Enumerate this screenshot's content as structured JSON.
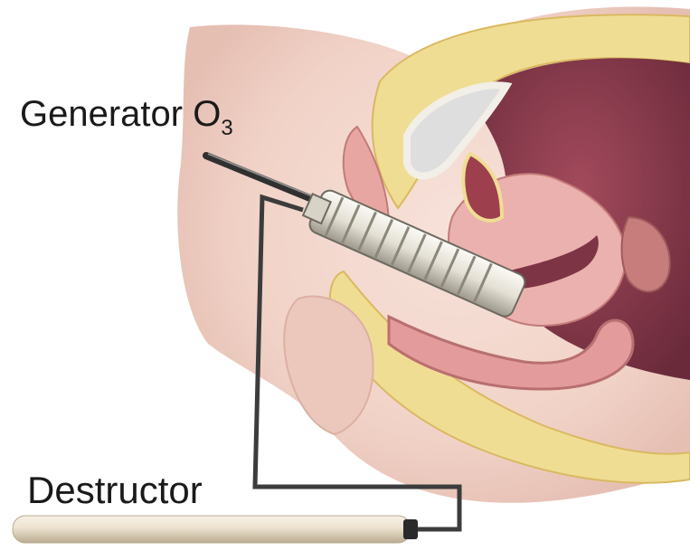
{
  "labels": {
    "generator": "Generator O",
    "generator_subscript": "3",
    "destructor": "Destructor"
  },
  "colors": {
    "skin": "#f3d7cd",
    "fat": "#f0dd94",
    "tissue": "#e8a6a3",
    "cavity": "#7d3546",
    "device": "#e9e6dd",
    "tube": "#3c3c3c"
  }
}
